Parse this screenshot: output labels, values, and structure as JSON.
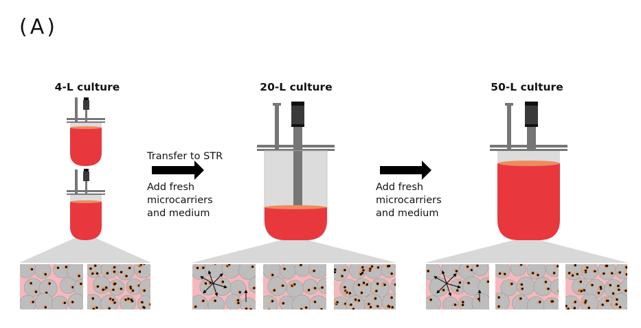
{
  "panel_label": "(A)",
  "stages": [
    {
      "title": "4-L culture"
    },
    {
      "title": "20-L culture"
    },
    {
      "title": "50-L culture"
    }
  ],
  "transitions": [
    {
      "lines": [
        "Transfer to STR",
        "Add fresh",
        "microcarriers",
        "and medium"
      ]
    },
    {
      "lines": [
        "Add fresh",
        "microcarriers",
        "and medium"
      ]
    }
  ],
  "colors": {
    "medium": "#e8383d",
    "medium_surface": "#f08a5d",
    "glass": "#dcdcdc",
    "metal": "#767676",
    "motor": "#3a3a3a",
    "tissue_background": "#f5b8bc",
    "microcarrier": "#bdbdbd",
    "cell_body": "#e8a070",
    "arrow": "#000000"
  }
}
